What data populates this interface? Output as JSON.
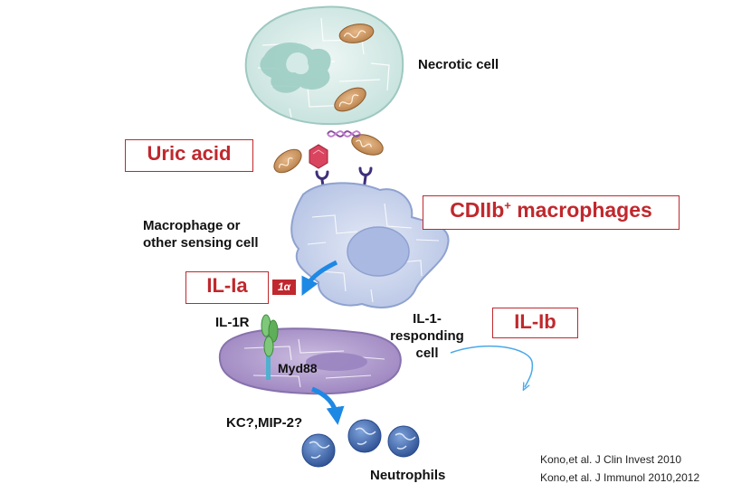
{
  "labels": {
    "necrotic_cell": "Necrotic cell",
    "macrophage": "Macrophage or\nother sensing cell",
    "il1r": "IL-1R",
    "myd88": "Myd88",
    "il1_responding": "IL-1-\nresponding\ncell",
    "kc_mip": "KC?,MIP-2?",
    "neutrophils": "Neutrophils"
  },
  "boxes": {
    "uric_acid": "Uric acid",
    "cd11b_main": "CDIIb",
    "cd11b_sup": "+",
    "cd11b_tail": " macrophages",
    "il1a": "IL-Ia",
    "il1a_tag": "1α",
    "il1b": "IL-Ib"
  },
  "citations": [
    "Kono,et al. J Clin Invest 2010",
    "Kono,et al. J Immunol 2010,2012"
  ],
  "colors": {
    "accent_red": "#c0282d",
    "arrow_blue": "#1e88e5",
    "necrotic_fill": "#d9ece9",
    "macrophage_fill": "#c9d4ec",
    "responding_fill": "#b7a3d1",
    "neutrophil_fill": "#3a64a8"
  }
}
